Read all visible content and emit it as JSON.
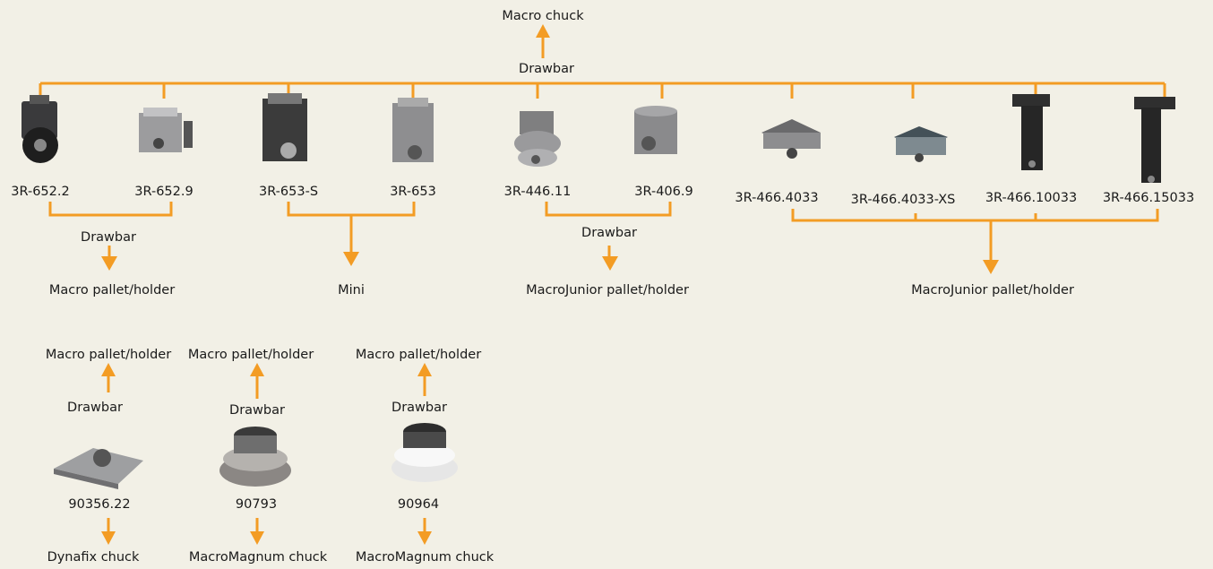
{
  "accent_color": "#f39c24",
  "top": {
    "chuck_label": "Macro chuck",
    "drawbar_label": "Drawbar"
  },
  "products": [
    {
      "code": "3R-652.2",
      "icon": "square-drawbar-rosette-icon"
    },
    {
      "code": "3R-652.9",
      "icon": "square-drawbar-bolted-icon"
    },
    {
      "code": "3R-653-S",
      "icon": "dark-box-drawbar-icon"
    },
    {
      "code": "3R-653",
      "icon": "box-drawbar-icon"
    },
    {
      "code": "3R-446.11",
      "icon": "cylinder-drawbar-icon"
    },
    {
      "code": "3R-406.9",
      "icon": "square-cylinder-drawbar-icon"
    },
    {
      "code": "3R-466.4033",
      "icon": "flat-drawbar-icon"
    },
    {
      "code": "3R-466.4033-XS",
      "icon": "flat-xs-drawbar-icon"
    },
    {
      "code": "3R-466.10033",
      "icon": "long-drawbar-icon"
    },
    {
      "code": "3R-466.15033",
      "icon": "extra-long-drawbar-icon"
    }
  ],
  "groups": [
    {
      "drawbar_label": "Drawbar",
      "target": "Macro pallet/holder"
    },
    {
      "target": "Mini"
    },
    {
      "drawbar_label": "Drawbar",
      "target": "MacroJunior pallet/holder"
    },
    {
      "target": "MacroJunior pallet/holder"
    }
  ],
  "bottom_items": [
    {
      "top_label": "Macro pallet/holder",
      "drawbar_label": "Drawbar",
      "code": "90356.22",
      "bottom_label": "Dynafix chuck",
      "icon": "plate-drawbar-icon"
    },
    {
      "top_label": "Macro pallet/holder",
      "drawbar_label": "Drawbar",
      "code": "90793",
      "bottom_label": "MacroMagnum chuck",
      "icon": "round-steel-drawbar-icon"
    },
    {
      "top_label": "Macro pallet/holder",
      "drawbar_label": "Drawbar",
      "code": "90964",
      "bottom_label": "MacroMagnum chuck",
      "icon": "round-white-drawbar-icon"
    }
  ]
}
